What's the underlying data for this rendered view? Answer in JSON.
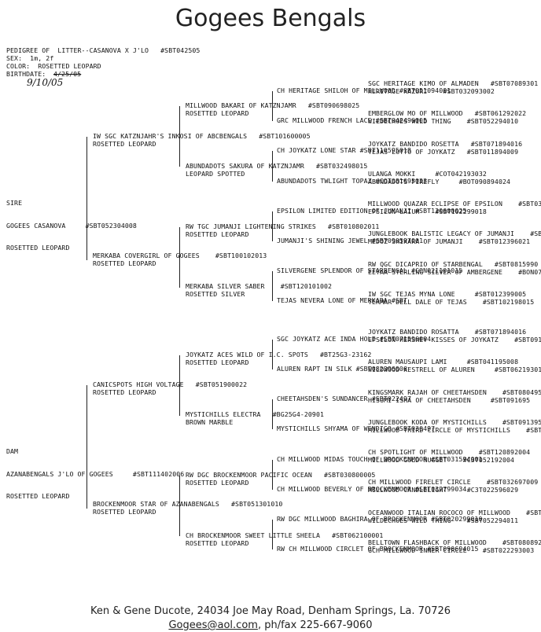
{
  "title": "Gogees Bengals",
  "header": {
    "pedigree": "PEDIGREE OF  LITTER--CASANOVA X J'LO   #SBT042505",
    "sex": "SEX:  1m, 2f",
    "color": "COLOR:  ROSETTED LEOPARD",
    "birthdate_label": "BIRTHDATE:",
    "birthdate_struck": "4/25/05",
    "birthdate_hand": "9/10/05"
  },
  "gen1": {
    "sire": [
      "SIRE",
      "GOGEES CASANOVA     #SBT052304008",
      "ROSETTED LEOPARD"
    ],
    "dam": [
      "DAM",
      "AZANABENGALS J'LO OF GOGEES     #SBT111402006",
      "ROSETTED LEOPARD"
    ]
  },
  "gen2": [
    [
      "IW SGC KATZNJAHR'S INKOSI OF ABCBENGALS   #SBT101600005",
      "ROSETTED LEOPARD"
    ],
    [
      "MERKABA COVERGIRL OF GOGEES    #SBT100102013",
      "ROSETTED LEOPARD"
    ],
    [
      "CANICSPOTS HIGH VOLTAGE   #SBT051900022",
      "ROSETTED LEOPARD"
    ],
    [
      "BROCKENMOOR STAR OF AZANABENGALS   #SBT051301010",
      "ROSETTED LEOPARD"
    ]
  ],
  "gen3": [
    [
      "MILLWOOD BAKARI OF KATZNJAMR   #SBT090698025",
      "ROSETTED LEOPARD"
    ],
    [
      "ABUNDADOTS SAKURA OF KATZNJAMR   #SBT032498015",
      "LEOPARD SPOTTED"
    ],
    [
      "RW TGC JUMANJI LIGHTENING STRIKES   #SBT010802011",
      "ROSETTED LEOPARD"
    ],
    [
      "MERKABA SILVER SABER    #SBT120101002",
      "ROSETTED SILVER"
    ],
    [
      "JOYKATZ ACES WILD OF I.C. SPOTS   #BT25G3-23162",
      "ROSETTED LEOPARD"
    ],
    [
      "MYSTICHILLS ELECTRA   #BG25G4-20901",
      "BROWN MARBLE"
    ],
    [
      "RW DGC BROCKENMOOR PACIFIC OCEAN   #SBT030800005",
      "ROSETTED LEOPARD"
    ],
    [
      "CH BROCKENMOOR SWEET LITTLE SHEELA   #SBT062100001",
      "ROSETTED LEOPARD"
    ]
  ],
  "gen4": [
    "CH HERITAGE SHILOH OF MILLWOOD",
    "GRC MILLWOOD FRENCH LACE",
    "CH JOYKATZ LONE STAR",
    "ABUNDADOTS TWLIGHT TOPAZ",
    "EPSILON LIMITED EDITION OF JUMANJI",
    "JUMANJI'S SHINING JEWEL",
    "SILVERGENE SPLENDOR OF STARBENGAL",
    "TEJAS NEVERA LONE OF MERKABA",
    "SGC JOYKATZ ACE INDA HOLE",
    "ALUREN RAPT IN SILK",
    "CHEETAHSDEN'S SUNDANCER",
    "MYSTICHILLS SHYAMA OF WENDIGO",
    "CH MILLWOOD MIDAS TOUCH OF BROCKENMOOR",
    "CH MILLWOOD BEVERLY OF BROCKENMOOR",
    "RW DGC MILLWOOD BAGHIRA OF BROCKENMOOR",
    "RW CH MILLWOOD CIRCLET OF BROCKENMOOR"
  ],
  "gen4_reg": [
    "#SBT051094001",
    "#SBT042496005",
    "#SBT110595018",
    "#COT081695033",
    "#SBT120600025",
    "#SBT090597001",
    "#CON021101015",
    "#SBT",
    "#SBT071596004",
    "#SBT082396006",
    "#SBT022497",
    "#SBT030497",
    "#SBT031594001",
    "#SBT032799034",
    "#SBT020299010",
    "#SBT090694015"
  ],
  "gen5": [
    "SGC HERITAGE KIMO OF ALMADEN   #SBT07089301",
    "HERITAGE KAZURI    #SBT032093002",
    "EMBERGLOW MO OF MILLWOOD   #SBT061292022",
    "WILDECHOES WILD THING    #SBT052294010",
    "JOYKATZ BANDIDO ROSETTA   #SBT071894016",
    "TEJAS LOTTO OF JOYKATZ   #SBT011894009",
    "ULANGA MOKKI     #COT042193032",
    "ABUNDADOTS FIREFLY     #BOT090894024",
    "MILLWOOD QUAZAR ECLIPSE OF EPSILON    #SBT03",
    "EPSILON LAIUH    #SBT102299018",
    "JUNGLEBOOK BALISTIC LEGACY OF JUMANJI    #SB",
    "MEDOZ SHIKARA OF JUMANJI    #SBT012396021",
    "RW QGC DICAPRIO OF STARBENGAL   #SBT0815990",
    "EEYAA STERLING SILVER OF AMBERGENE    #BON07",
    "IW SGC TEJAS MYNA LONE     #SBT012399005",
    "TERMAR DELL DALE OF TEJAS    #SBT102198015",
    "JOYKATZ BANDIDO ROSATTA    #SBT071894016",
    "EPSILON HERSHEY KISSES OF JOYKATZ    #SBT091",
    "ALUREN MAUSAUPI LAMI     #SBT041195008",
    "WILDWOOD KESTRELL OF ALUREN     #SBT062193011",
    "KINGSMARK RAJAH OF CHEETAHSDEN    #SBT080495",
    "HISUMI ISHA OF CHEETAHSDEN     #SBT091695",
    "JUNGLEBOOK KODA OF MYSTICHILLS    #SBT091395",
    "MILLWOOD THIRD CIRCLE OF MYSTICHILLS    #SBT",
    "CH SPOTLIGHT OF MILLWOOD    #SBT120892004",
    "MILLWOOD GOLD NUGGET    #C3T052192004",
    "CH MILLWOOD FIRELET CIRCLE    #SBT032697009",
    "MILLWOOD CANDLELIGHT     #C3T022596029",
    "OCEANWOOD ITALIAN ROCOCO OF MILLWOOD    #SBT",
    "WILDECHOES WILD THING    #SBT052294011",
    "BELLTOWN FLASHBACK OF MILLWOOD    #SBT080892",
    "GCH MILLWOOD INNER CIRCLE    #SBT022293003"
  ],
  "footer": {
    "line1": "Ken & Gene Ducote, 24034 Joe May Road, Denham Springs, La. 70726",
    "email": "Gogees@aol.com",
    "phone": ", ph/fax 225-667-9060"
  }
}
